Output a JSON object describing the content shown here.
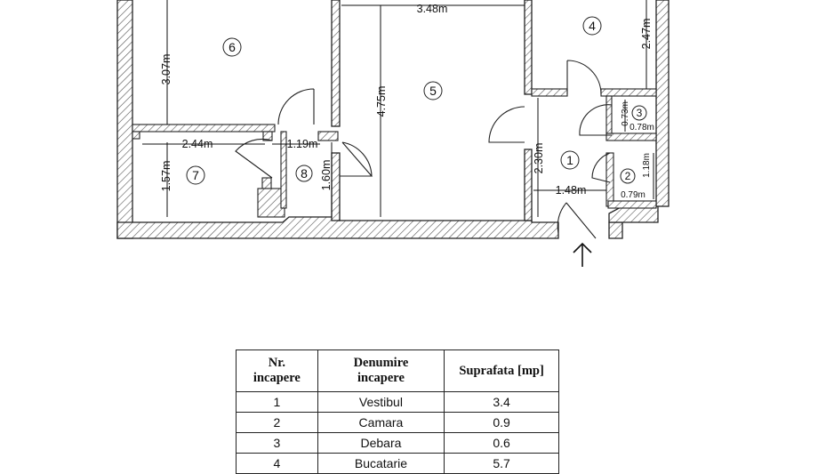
{
  "plan": {
    "dimensions": {
      "room6_height": "3.07m",
      "room5_width": "3.48m",
      "room5_height": "4.75m",
      "room4_height": "2.47m",
      "room7_width": "2.44m",
      "room8_width": "1.19m",
      "room7_height": "1.57m",
      "room8_height": "1.60m",
      "room1_height": "2.30m",
      "room1_width": "1.48m",
      "room3_height": "0.73m",
      "room3_width": "0.78m",
      "room2_height": "1.18m",
      "room2_width": "0.79m"
    },
    "room_numbers": {
      "r1": "1",
      "r2": "2",
      "r3": "3",
      "r4": "4",
      "r5": "5",
      "r6": "6",
      "r7": "7",
      "r8": "8"
    },
    "entrance_arrow": "arrow-up-icon"
  },
  "table": {
    "headers": {
      "nr_line1": "Nr.",
      "nr_line2": "incapere",
      "name_line1": "Denumire",
      "name_line2": "incapere",
      "area": "Suprafata [mp]"
    },
    "rows": [
      {
        "nr": "1",
        "name": "Vestibul",
        "area": "3.4"
      },
      {
        "nr": "2",
        "name": "Camara",
        "area": "0.9"
      },
      {
        "nr": "3",
        "name": "Debara",
        "area": "0.6"
      },
      {
        "nr": "4",
        "name": "Bucatarie",
        "area": "5.7"
      }
    ]
  }
}
